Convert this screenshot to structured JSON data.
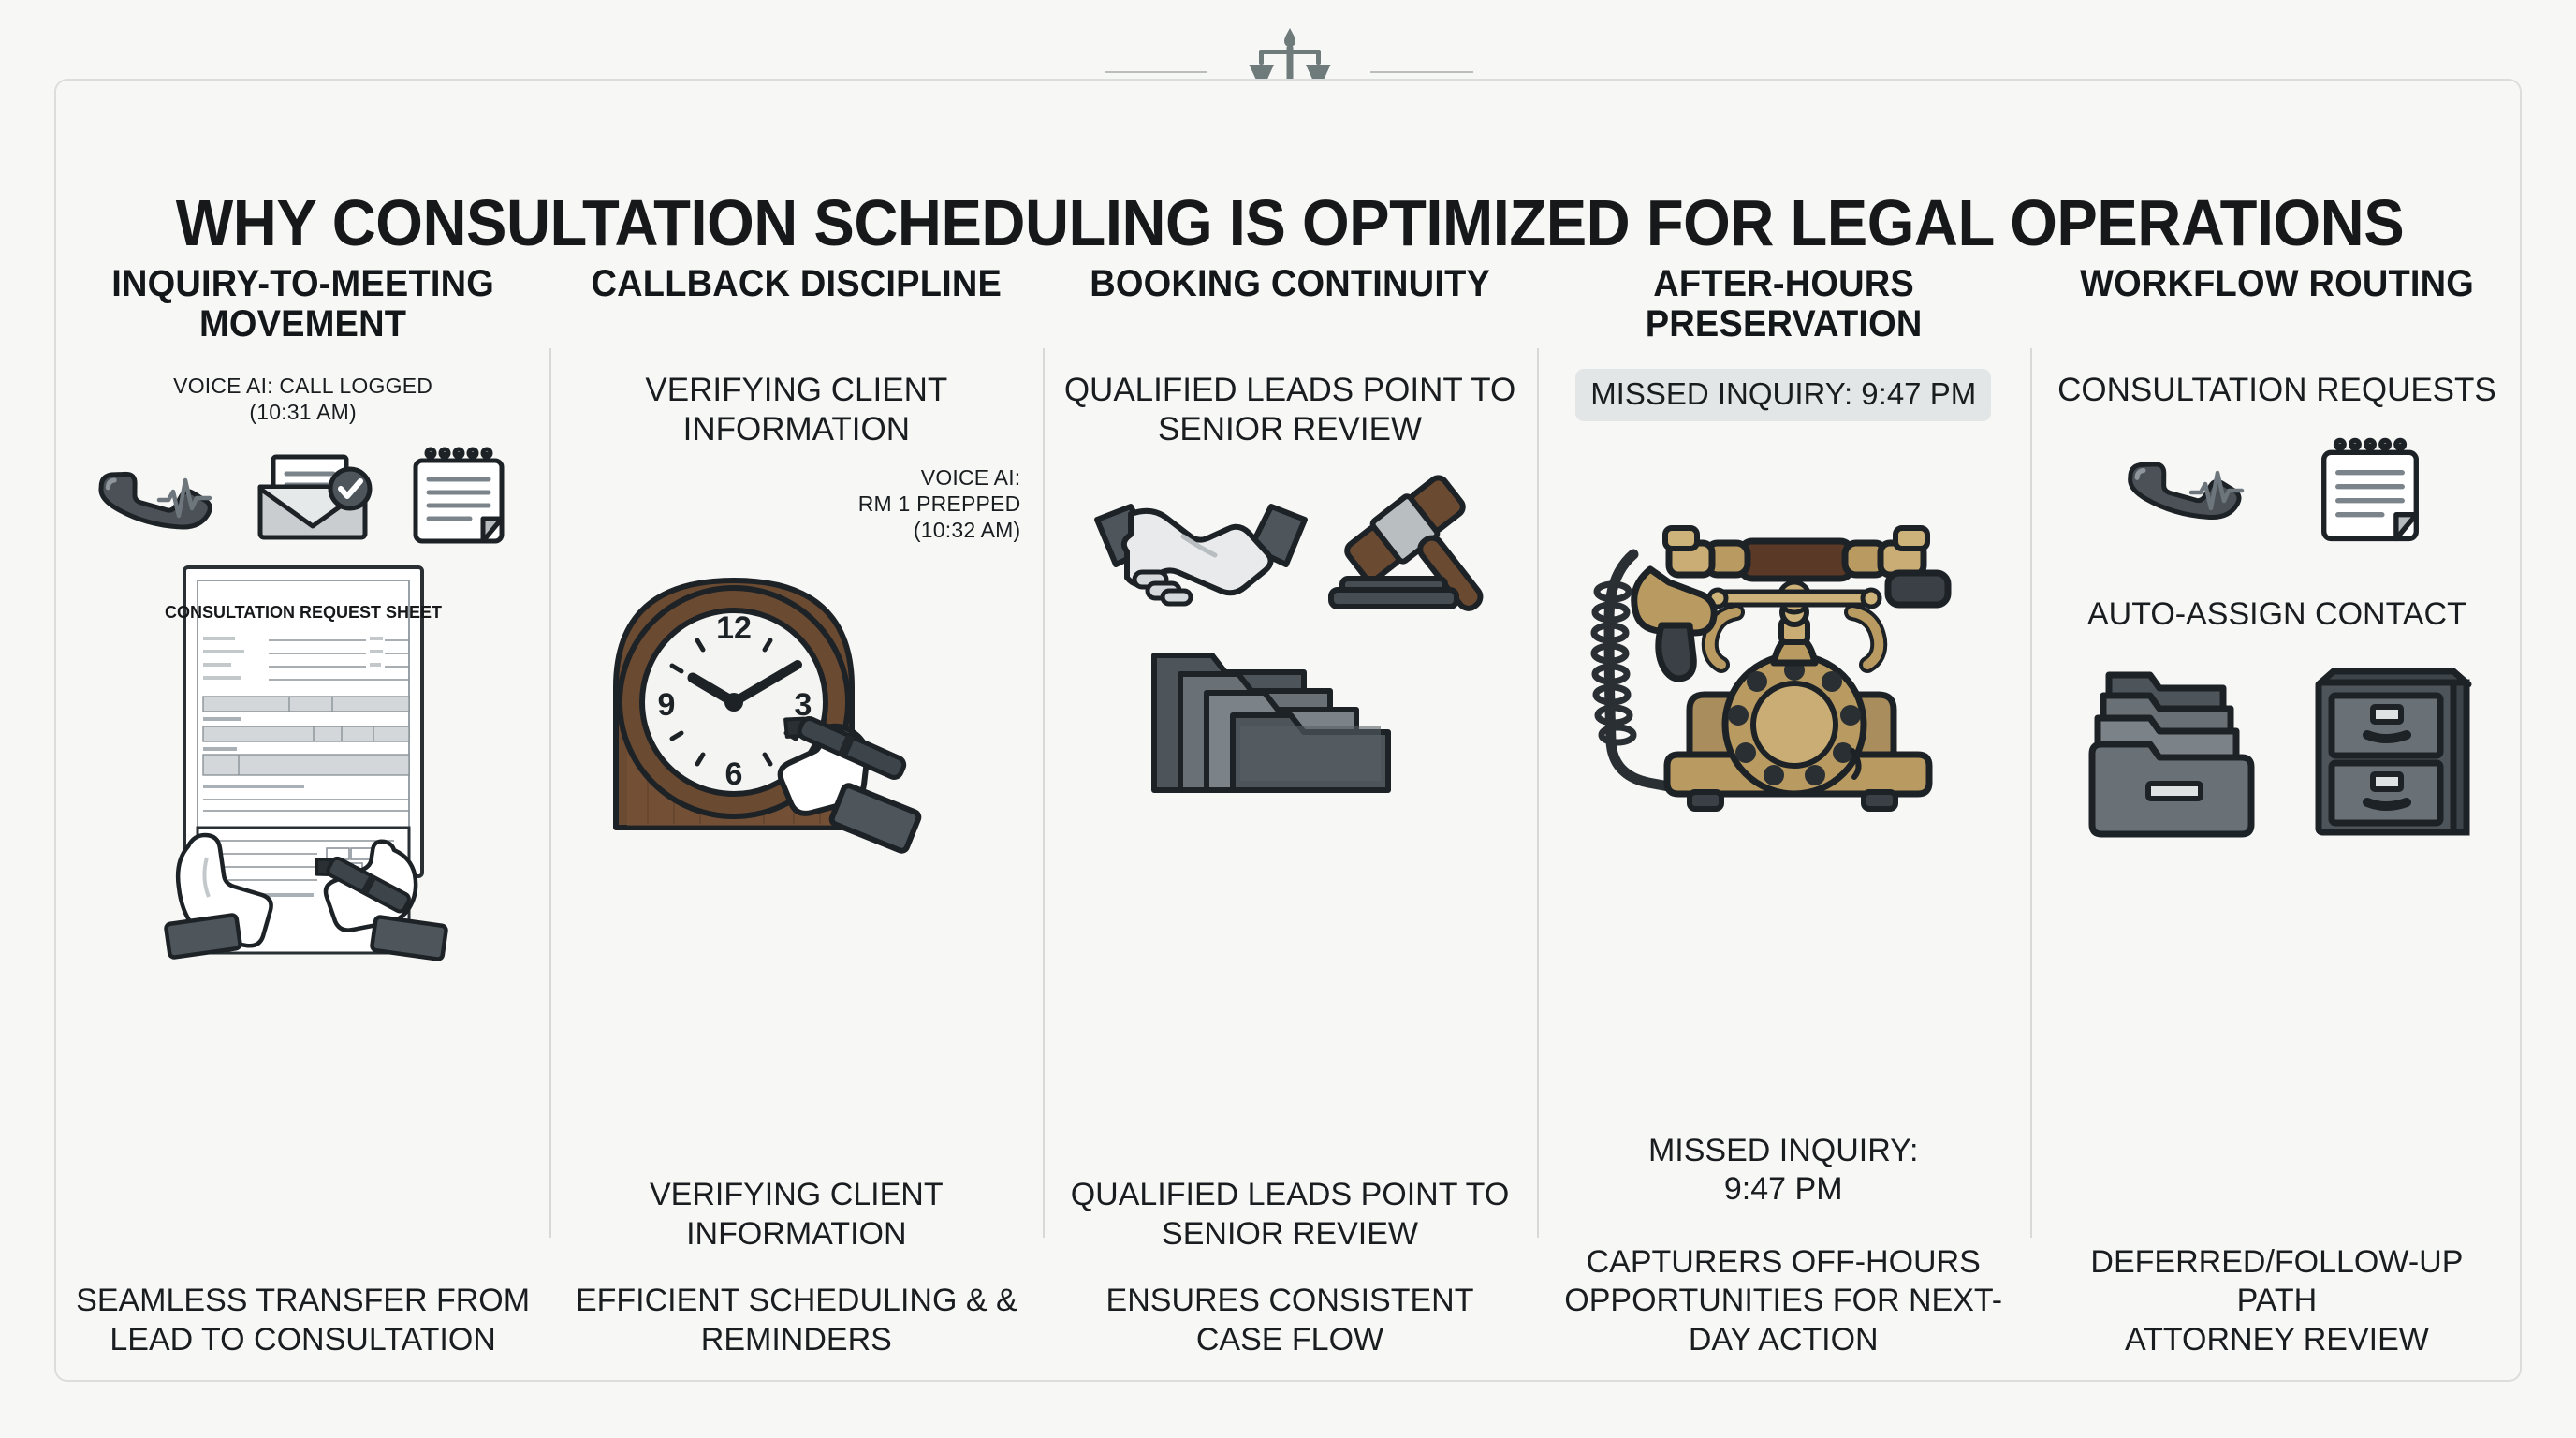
{
  "emblem": {
    "icon": "scales-of-justice-icon",
    "color": "#6f7b7a"
  },
  "headline": "WHY CONSULTATION SCHEDULING IS OPTIMIZED FOR LEGAL OPERATIONS",
  "theme": {
    "background": "#f7f7f6",
    "text": "#1a1d20",
    "divider": "#d7dad9",
    "badge_background": "#e3e6e6",
    "wood": "#6b4a32",
    "brass": "#b99b61",
    "icon_gray": "#5a6166"
  },
  "columns": [
    {
      "title": "INQUIRY-TO-MEETING MOVEMENT",
      "annotation_line1": "VOICE AI: CALL LOGGED",
      "annotation_line2": "(10:31 AM)",
      "form_title": "CONSULTATION REQUEST SHEET",
      "icons": [
        "phone-waveform-icon",
        "envelope-check-icon",
        "notepad-icon",
        "consultation-form-illustration"
      ],
      "caption": "SEAMLESS TRANSFER FROM LEAD TO CONSULTATION"
    },
    {
      "title": "CALLBACK DISCIPLINE",
      "lead": "VERIFYING CLIENT INFORMATION",
      "annotation_line1": "VOICE AI:",
      "annotation_line2": "RM 1 PREPPED",
      "annotation_line3": "(10:32 AM)",
      "clock_numerals": [
        "12",
        "3",
        "6",
        "9"
      ],
      "icons": [
        "mantel-clock-illustration",
        "hand-with-pen-icon"
      ],
      "mid_text": "VERIFYING CLIENT INFORMATION",
      "caption": "EFFICIENT SCHEDULING & & REMINDERS"
    },
    {
      "title": "BOOKING CONTINUITY",
      "lead": "QUALIFIED LEADS POINT TO SENIOR REVIEW",
      "icons": [
        "handshake-icon",
        "gavel-icon",
        "file-folders-icon"
      ],
      "mid_text": "QUALIFIED LEADS POINT TO SENIOR REVIEW",
      "caption": "ENSURES CONSISTENT CASE FLOW"
    },
    {
      "title": "AFTER-HOURS PRESERVATION",
      "badge": "MISSED INQUIRY: 9:47 PM",
      "icons": [
        "antique-rotary-telephone-illustration"
      ],
      "mid_text_line1": "MISSED INQUIRY:",
      "mid_text_line2": "9:47 PM",
      "caption": "CAPTURERS OFF-HOURS OPPORTUNITIES FOR NEXT-DAY ACTION"
    },
    {
      "title": "WORKFLOW ROUTING",
      "lead": "CONSULTATION REQUESTS",
      "icons": [
        "phone-waveform-icon",
        "notepad-icon",
        "file-folder-stack-icon",
        "filing-cabinet-icon"
      ],
      "mid_text": "AUTO-ASSIGN CONTACT",
      "caption_line1": "DEFERRED/FOLLOW-UP PATH",
      "caption_line2": "ATTORNEY REVIEW"
    }
  ]
}
